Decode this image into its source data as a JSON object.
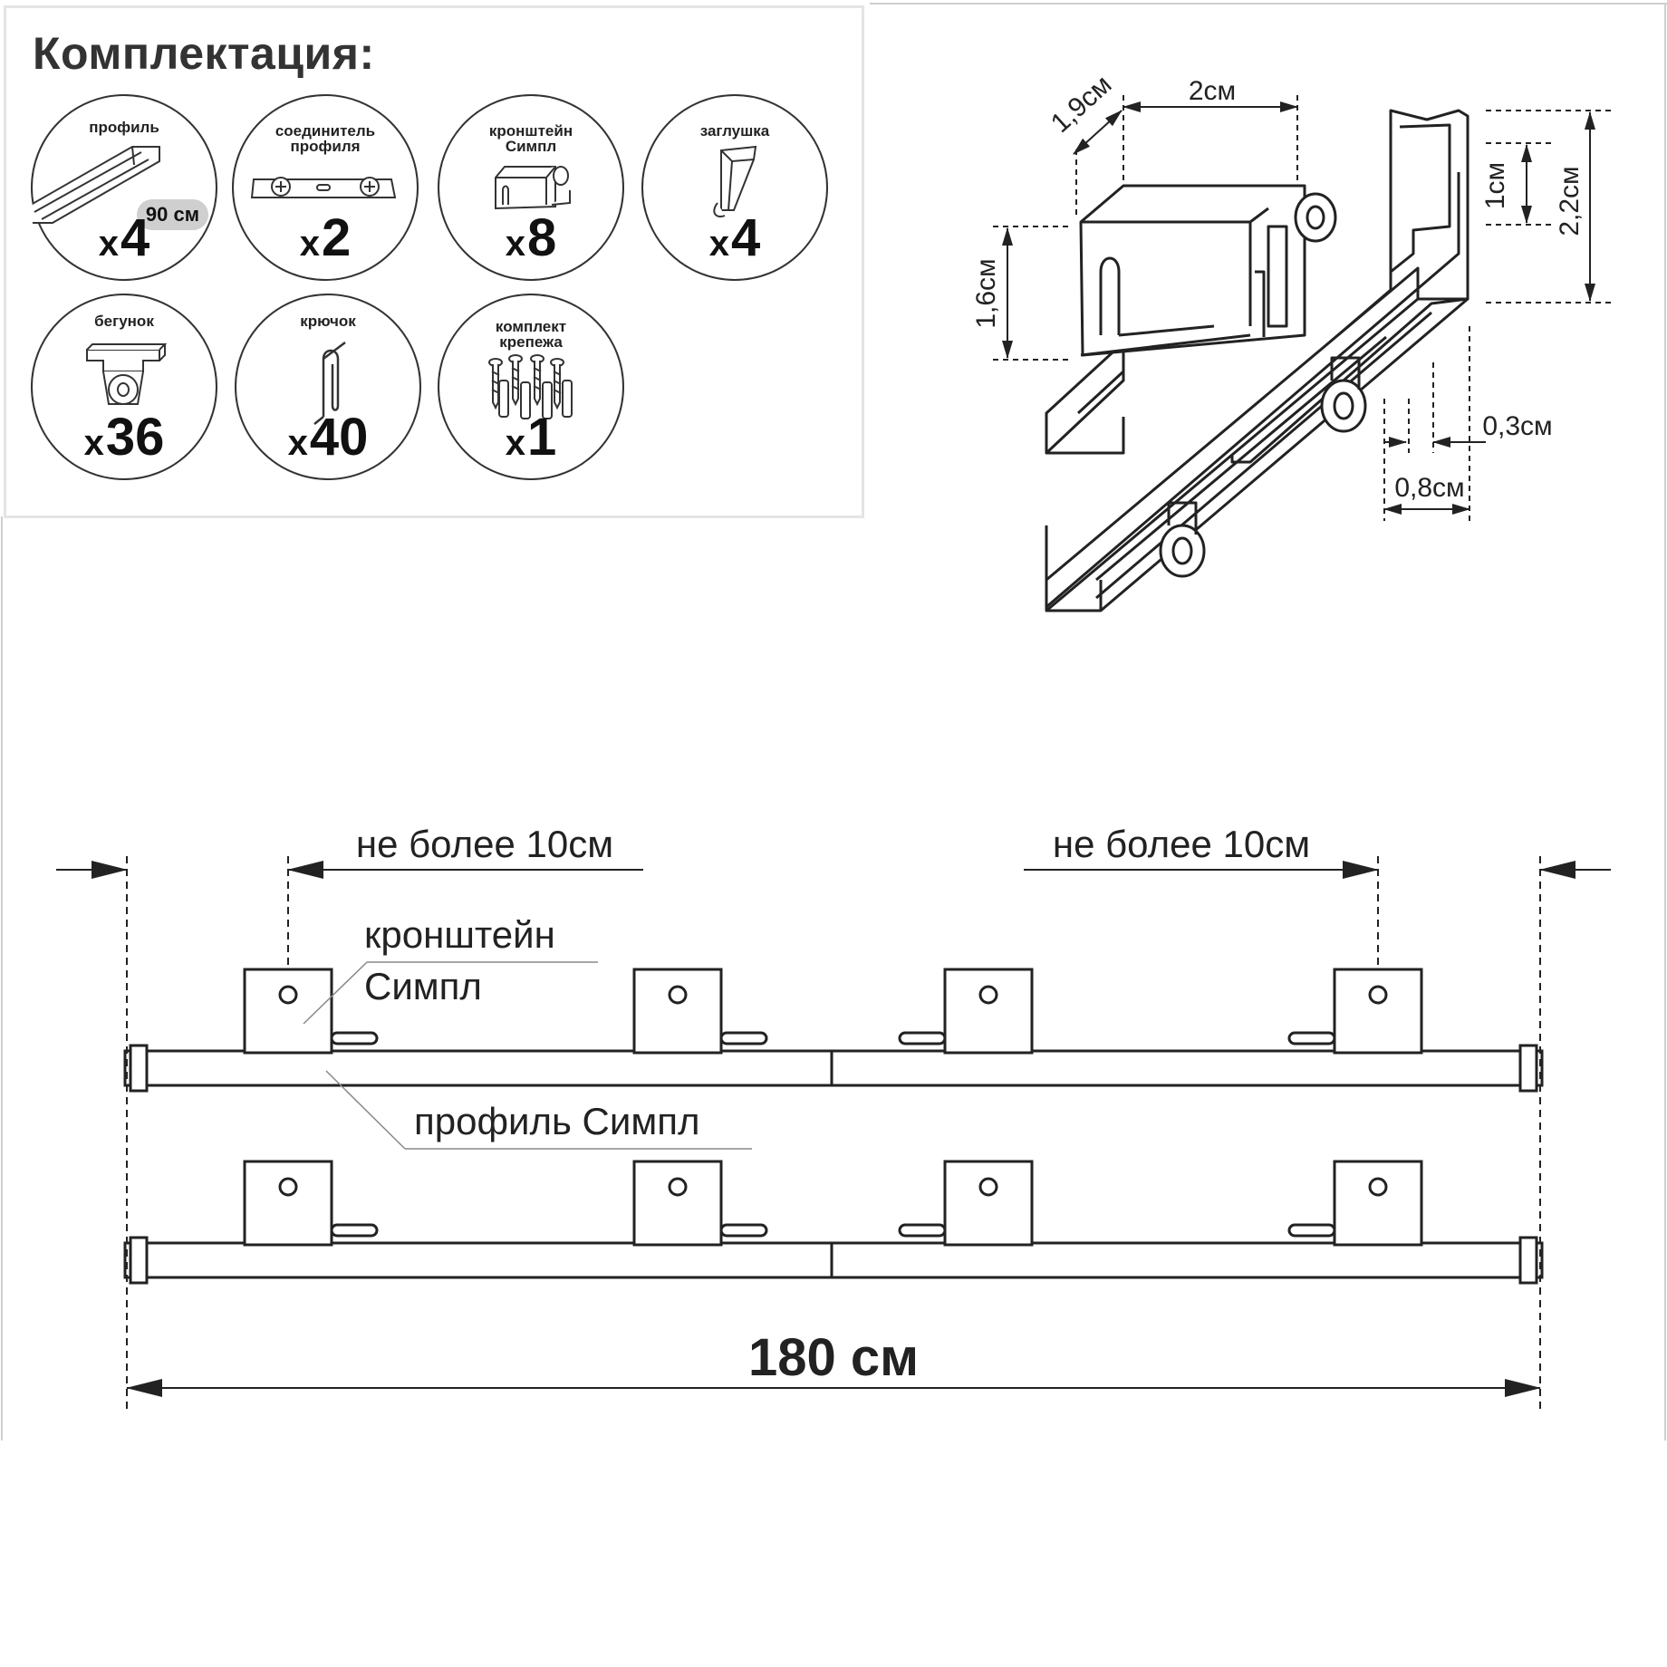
{
  "kit": {
    "title": "Комплектация:",
    "items": [
      {
        "id": "profile",
        "label_lines": [
          "профиль"
        ],
        "x_sign": "x",
        "qty": "4",
        "badge": "90 см",
        "icon": "profile-rail-icon"
      },
      {
        "id": "connector",
        "label_lines": [
          "соединитель",
          "профиля"
        ],
        "x_sign": "x",
        "qty": "2",
        "icon": "profile-connector-icon"
      },
      {
        "id": "bracket",
        "label_lines": [
          "кронштейн",
          "Симпл"
        ],
        "x_sign": "x",
        "qty": "8",
        "icon": "bracket-icon"
      },
      {
        "id": "cap",
        "label_lines": [
          "заглушка"
        ],
        "x_sign": "x",
        "qty": "4",
        "icon": "end-cap-icon"
      },
      {
        "id": "runner",
        "label_lines": [
          "бегунок"
        ],
        "x_sign": "x",
        "qty": "36",
        "icon": "runner-icon"
      },
      {
        "id": "hook",
        "label_lines": [
          "крючок"
        ],
        "x_sign": "x",
        "qty": "40",
        "icon": "hook-icon"
      },
      {
        "id": "fasteners",
        "label_lines": [
          "комплект",
          "крепежа"
        ],
        "x_sign": "x",
        "qty": "1",
        "icon": "screws-dowels-icon"
      }
    ]
  },
  "cross_section": {
    "dims": {
      "depth": "1,9см",
      "bracket_width": "2см",
      "bracket_height": "1,6см",
      "slot_height": "1см",
      "profile_height": "2,2см",
      "gap": "0,3см",
      "slot_width": "0,8см"
    }
  },
  "layout_plan": {
    "edge_note_left": "не более 10см",
    "edge_note_right": "не более 10см",
    "bracket_label_line1": "кронштейн",
    "bracket_label_line2": "Симпл",
    "profile_label": "профиль Симпл",
    "total_length": "180 см"
  },
  "colors": {
    "line": "#222222",
    "badge": "#cfcfcf",
    "frame": "#e4e4e4"
  }
}
